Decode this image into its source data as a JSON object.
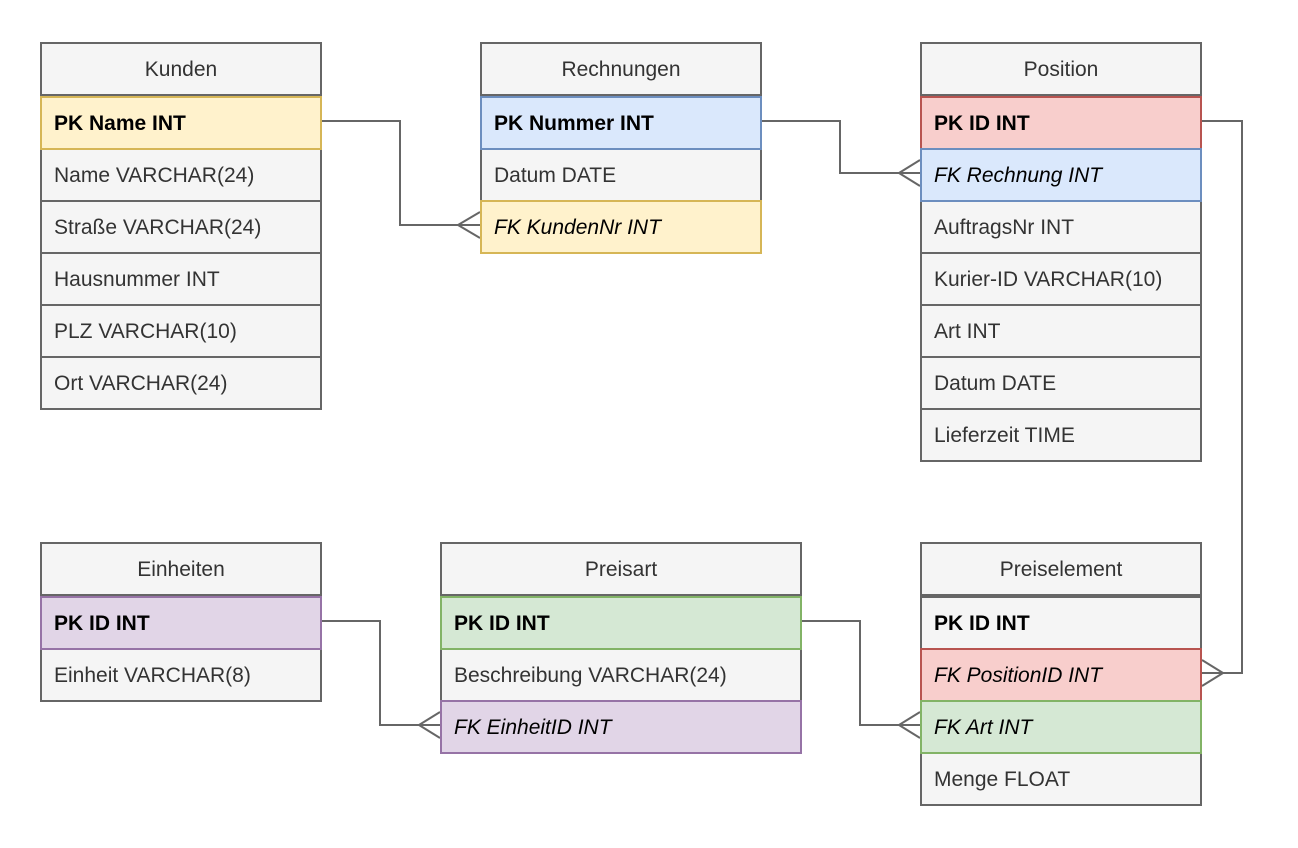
{
  "diagram": {
    "kind": "entity-relationship-diagram",
    "colors": {
      "background": "#ffffff",
      "connector": "#666666",
      "header_text": "#333333",
      "row_text": "#333333",
      "key_text": "#000000"
    },
    "palette": {
      "default": {
        "fill": "#f5f5f5",
        "stroke": "#666666"
      },
      "yellow": {
        "fill": "#fff2cc",
        "stroke": "#d6b656"
      },
      "blue": {
        "fill": "#dae8fc",
        "stroke": "#6c8ebf"
      },
      "red": {
        "fill": "#f8cecc",
        "stroke": "#b85450"
      },
      "green": {
        "fill": "#d5e8d4",
        "stroke": "#82b366"
      },
      "purple": {
        "fill": "#e1d5e7",
        "stroke": "#9673a6"
      }
    },
    "tables": [
      {
        "id": "kunden",
        "title": "Kunden",
        "rows": [
          {
            "label": "PK Name INT",
            "kind": "pk",
            "color": "yellow"
          },
          {
            "label": "Name VARCHAR(24)",
            "kind": "column",
            "color": "default"
          },
          {
            "label": "Straße VARCHAR(24)",
            "kind": "column",
            "color": "default"
          },
          {
            "label": "Hausnummer INT",
            "kind": "column",
            "color": "default"
          },
          {
            "label": "PLZ VARCHAR(10)",
            "kind": "column",
            "color": "default"
          },
          {
            "label": "Ort VARCHAR(24)",
            "kind": "column",
            "color": "default"
          }
        ]
      },
      {
        "id": "rechnungen",
        "title": "Rechnungen",
        "rows": [
          {
            "label": "PK Nummer INT",
            "kind": "pk",
            "color": "blue"
          },
          {
            "label": "Datum DATE",
            "kind": "column",
            "color": "default"
          },
          {
            "label": "FK KundenNr INT",
            "kind": "fk",
            "color": "yellow"
          }
        ]
      },
      {
        "id": "position",
        "title": "Position",
        "rows": [
          {
            "label": "PK ID INT",
            "kind": "pk",
            "color": "red"
          },
          {
            "label": "FK Rechnung INT",
            "kind": "fk",
            "color": "blue"
          },
          {
            "label": "AuftragsNr INT",
            "kind": "column",
            "color": "default"
          },
          {
            "label": "Kurier-ID VARCHAR(10)",
            "kind": "column",
            "color": "default"
          },
          {
            "label": "Art INT",
            "kind": "column",
            "color": "default"
          },
          {
            "label": "Datum DATE",
            "kind": "column",
            "color": "default"
          },
          {
            "label": "Lieferzeit TIME",
            "kind": "column",
            "color": "default"
          }
        ]
      },
      {
        "id": "einheiten",
        "title": "Einheiten",
        "rows": [
          {
            "label": "PK ID INT",
            "kind": "pk",
            "color": "purple"
          },
          {
            "label": "Einheit VARCHAR(8)",
            "kind": "column",
            "color": "default"
          }
        ]
      },
      {
        "id": "preisart",
        "title": "Preisart",
        "rows": [
          {
            "label": "PK ID INT",
            "kind": "pk",
            "color": "green"
          },
          {
            "label": "Beschreibung VARCHAR(24)",
            "kind": "column",
            "color": "default"
          },
          {
            "label": "FK EinheitID INT",
            "kind": "fk",
            "color": "purple"
          }
        ]
      },
      {
        "id": "preiselement",
        "title": "Preiselement",
        "rows": [
          {
            "label": "PK ID INT",
            "kind": "pk",
            "color": "default"
          },
          {
            "label": "FK PositionID INT",
            "kind": "fk",
            "color": "red"
          },
          {
            "label": "FK Art INT",
            "kind": "fk",
            "color": "green"
          },
          {
            "label": "Menge FLOAT",
            "kind": "column",
            "color": "default"
          }
        ]
      }
    ],
    "relationships": [
      {
        "from": "Kunden.PK Name INT",
        "to": "Rechnungen.FK KundenNr INT",
        "cardinality": "one-to-many"
      },
      {
        "from": "Rechnungen.PK Nummer INT",
        "to": "Position.FK Rechnung INT",
        "cardinality": "one-to-many"
      },
      {
        "from": "Position.PK ID INT",
        "to": "Preiselement.FK PositionID INT",
        "cardinality": "one-to-many"
      },
      {
        "from": "Einheiten.PK ID INT",
        "to": "Preisart.FK EinheitID INT",
        "cardinality": "one-to-many"
      },
      {
        "from": "Preisart.PK ID INT",
        "to": "Preiselement.FK Art INT",
        "cardinality": "one-to-many"
      }
    ]
  }
}
